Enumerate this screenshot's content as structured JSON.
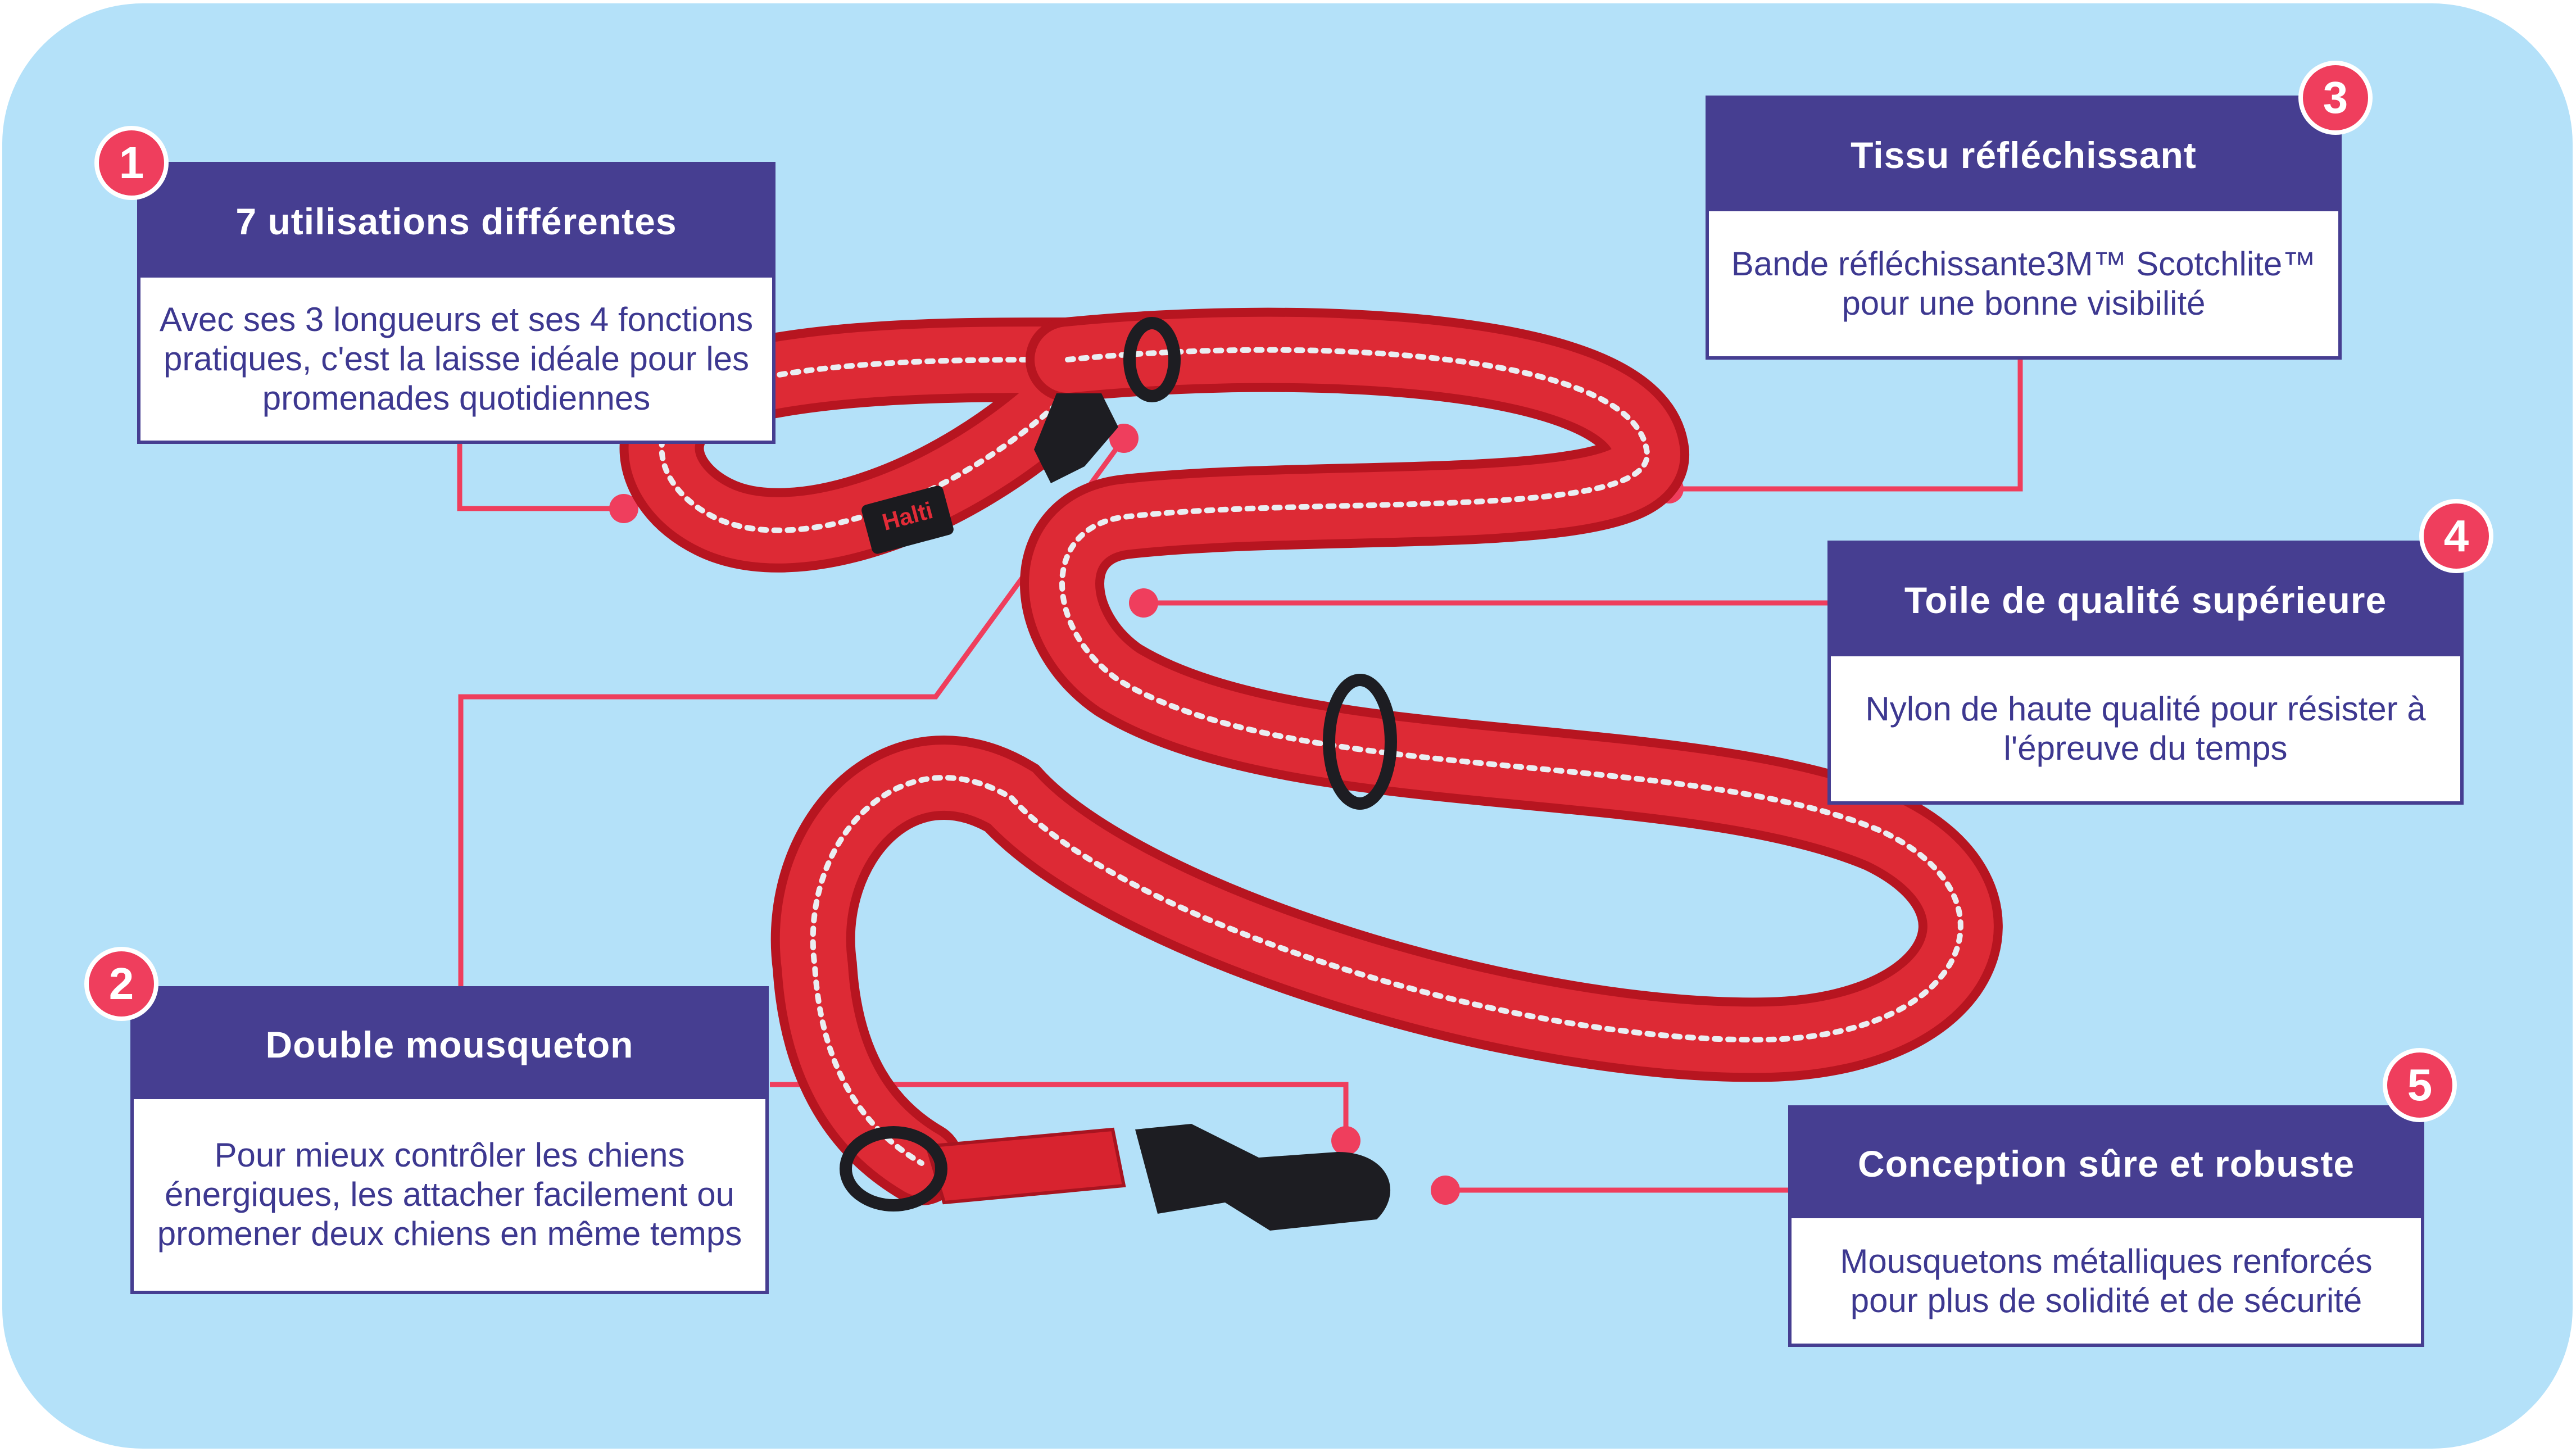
{
  "colors": {
    "background": "#b4e1f9",
    "card_header": "#463e91",
    "accent": "#ef3e5d",
    "leash": "#d8232f"
  },
  "leash": {
    "brand": "Halti"
  },
  "features": [
    {
      "number": "1",
      "title": "7 utilisations différentes",
      "description": "Avec ses 3 longueurs et ses 4 fonctions pratiques, c'est la laisse idéale pour les promenades quotidiennes"
    },
    {
      "number": "2",
      "title": "Double mousqueton",
      "description": "Pour mieux contrôler les chiens énergiques, les attacher facilement ou promener deux chiens en même temps"
    },
    {
      "number": "3",
      "title": "Tissu réfléchissant",
      "description": "Bande réfléchissante3M™ Scotchlite™ pour une bonne visibilité"
    },
    {
      "number": "4",
      "title": "Toile de qualité supérieure",
      "description": "Nylon de haute qualité pour résister à l'épreuve du temps"
    },
    {
      "number": "5",
      "title": "Conception sûre et robuste",
      "description": "Mousquetons métalliques renforcés pour plus de solidité et de sécurité"
    }
  ]
}
